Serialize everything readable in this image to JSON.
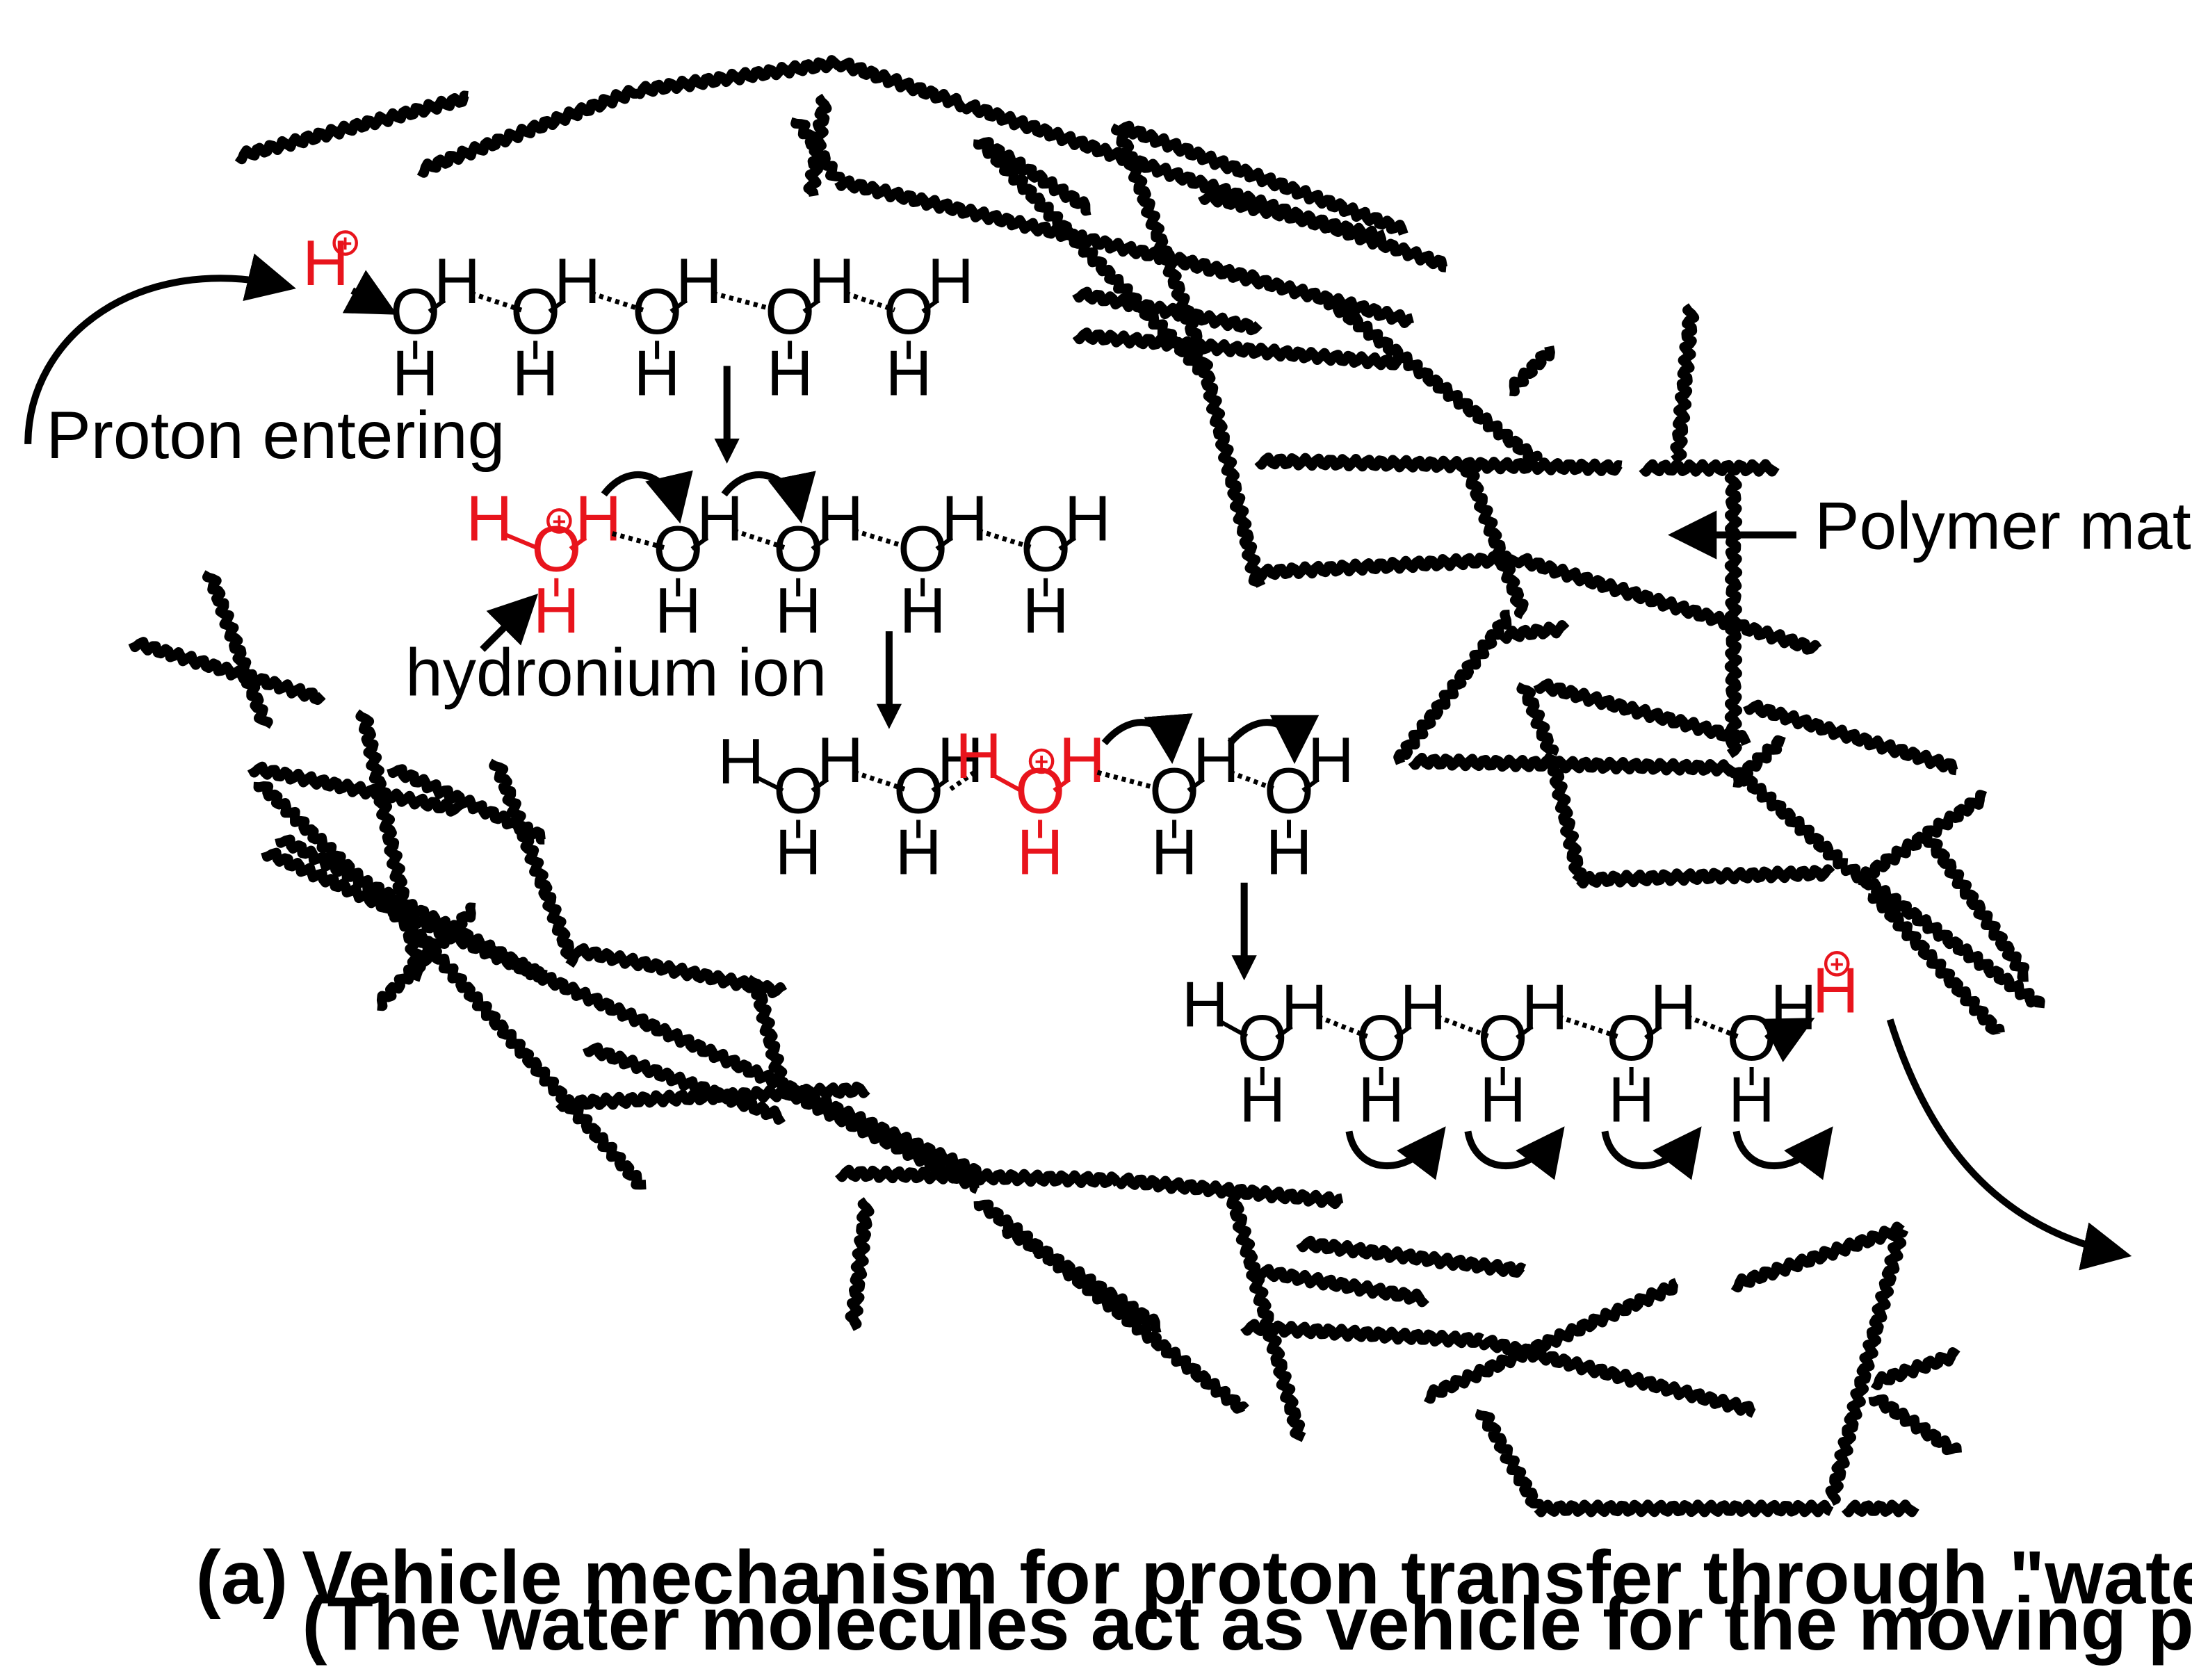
{
  "labels": {
    "proton_entering": "Proton entering",
    "hydronium_ion": "hydronium ion",
    "polymer_matrix": "Polymer matrix"
  },
  "caption": {
    "marker": "(a)",
    "line1": "Vehicle mechanism for proton transfer through \"water channels\" or \"water wire\"",
    "line2": "(The water molecules act as vehicle for the moving protons)"
  },
  "atoms": {
    "oxygen": "O",
    "hydrogen": "H",
    "plus": "+"
  },
  "colors": {
    "proton": "#e8141c",
    "ink": "#000000"
  }
}
